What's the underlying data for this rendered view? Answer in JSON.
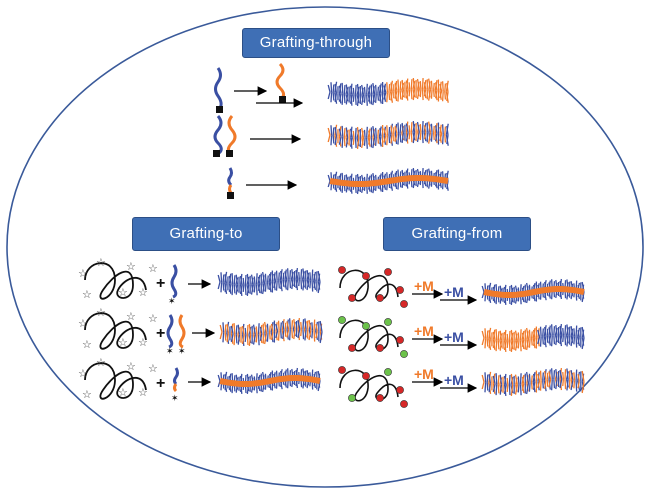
{
  "labels": {
    "grafting_through": "Grafting-through",
    "grafting_to": "Grafting-to",
    "grafting_from": "Grafting-from"
  },
  "monomer_labels": {
    "orange": "+M",
    "blue": "+M"
  },
  "colors": {
    "blue": "#3a4fa3",
    "orange": "#f07a2a",
    "label_bg": "#3f6fb5",
    "ellipse": "#3a5a9a",
    "red_dot": "#d62828",
    "green_dot": "#6cc24a"
  }
}
